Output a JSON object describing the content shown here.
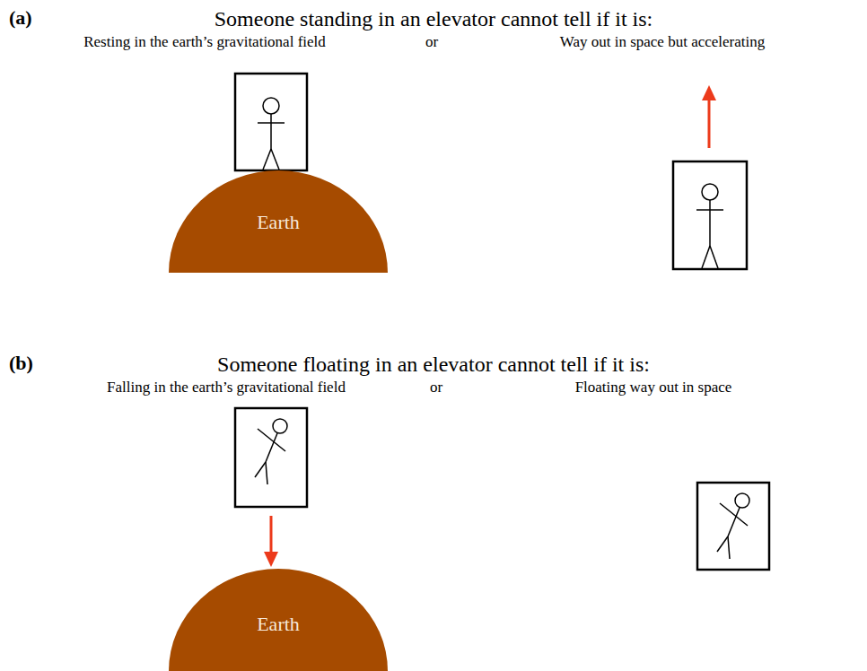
{
  "diagram": {
    "nodes": [
      {
        "text": [
          "Earth"
        ]
      },
      {
        "text": [
          "Earth"
        ]
      }
    ],
    "labels": [
      "(a)",
      "Someone standing in an elevator cannot tell if it is:",
      "Resting in the earth’s gravitational field",
      "or",
      "Way out in space but accelerating",
      "(b)",
      "Someone floating in an elevator cannot tell if it is:",
      "Falling in the earth’s gravitational field",
      "or",
      "Floating way out in space"
    ]
  }
}
